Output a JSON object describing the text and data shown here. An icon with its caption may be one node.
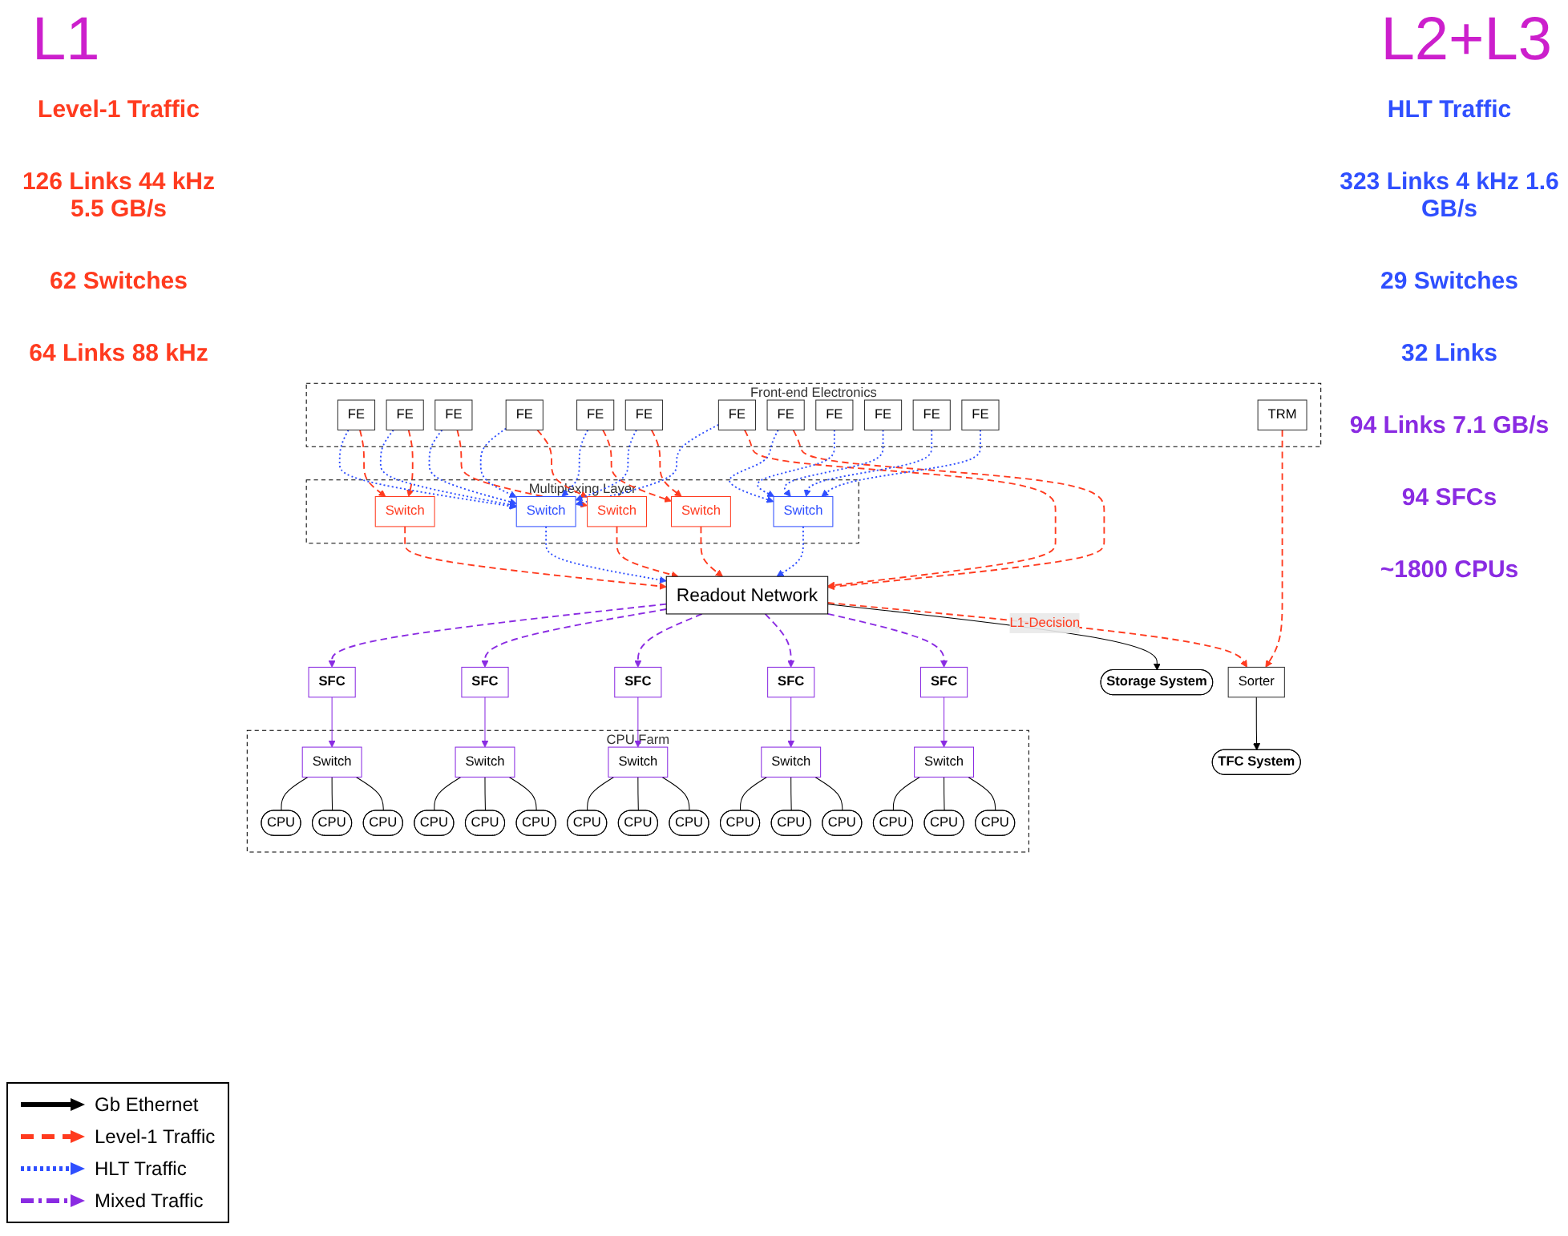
{
  "diagram": {
    "nodes": [
      {
        "text": [
          "Front-end Electronics"
        ]
      },
      {
        "text": [
          "FE"
        ],
        "in": 0
      },
      {
        "text": [
          "FE"
        ],
        "in": 0
      },
      {
        "text": [
          "FE"
        ],
        "in": 0
      },
      {
        "text": [
          "FE"
        ],
        "in": 0
      },
      {
        "text": [
          "FE"
        ],
        "in": 0
      },
      {
        "text": [
          "FE"
        ],
        "in": 0
      },
      {
        "text": [
          "FE"
        ],
        "in": 0
      },
      {
        "text": [
          "FE"
        ],
        "in": 0
      },
      {
        "text": [
          "FE"
        ],
        "in": 0
      },
      {
        "text": [
          "FE"
        ],
        "in": 0
      },
      {
        "text": [
          "FE"
        ],
        "in": 0
      },
      {
        "text": [
          "FE"
        ],
        "in": 0
      },
      {
        "text": [
          "TRM"
        ],
        "in": 0
      },
      {
        "text": [
          "Multiplexing Layer"
        ]
      },
      {
        "text": [
          "Switch"
        ],
        "in": 14
      },
      {
        "text": [
          "Switch"
        ],
        "in": 14
      },
      {
        "text": [
          "Switch"
        ],
        "in": 14
      },
      {
        "text": [
          "Switch"
        ],
        "in": 14
      },
      {
        "text": [
          "Switch"
        ],
        "in": 14
      },
      {
        "text": [
          "Readout Network"
        ]
      },
      {
        "text": [
          "Storage System"
        ]
      },
      {
        "text": [
          "Sorter"
        ]
      },
      {
        "text": [
          "TFC System"
        ]
      },
      {
        "text": [
          "SFC"
        ]
      },
      {
        "text": [
          "SFC"
        ]
      },
      {
        "text": [
          "SFC"
        ]
      },
      {
        "text": [
          "SFC"
        ]
      },
      {
        "text": [
          "SFC"
        ]
      },
      {
        "text": [
          "CPU Farm"
        ]
      },
      {
        "text": [
          "Switch"
        ],
        "in": 29
      },
      {
        "text": [
          "CPU"
        ],
        "in": 29
      },
      {
        "text": [
          "CPU"
        ],
        "in": 29
      },
      {
        "text": [
          "CPU"
        ],
        "in": 29
      },
      {
        "text": [
          "Switch"
        ],
        "in": 29
      },
      {
        "text": [
          "CPU"
        ],
        "in": 29
      },
      {
        "text": [
          "CPU"
        ],
        "in": 29
      },
      {
        "text": [
          "CPU"
        ],
        "in": 29
      },
      {
        "text": [
          "Switch"
        ],
        "in": 29
      },
      {
        "text": [
          "CPU"
        ],
        "in": 29
      },
      {
        "text": [
          "CPU"
        ],
        "in": 29
      },
      {
        "text": [
          "CPU"
        ],
        "in": 29
      },
      {
        "text": [
          "Switch"
        ],
        "in": 29
      },
      {
        "text": [
          "CPU"
        ],
        "in": 29
      },
      {
        "text": [
          "CPU"
        ],
        "in": 29
      },
      {
        "text": [
          "CPU"
        ],
        "in": 29
      },
      {
        "text": [
          "Switch"
        ],
        "in": 29
      },
      {
        "text": [
          "CPU"
        ],
        "in": 29
      },
      {
        "text": [
          "CPU"
        ],
        "in": 29
      },
      {
        "text": [
          "CPU"
        ],
        "in": 29
      }
    ],
    "edges": [
      {
        "from": 1,
        "to": 15,
        "arrow": "to",
        "style": "dashed",
        "color": "#ff3b1f"
      },
      {
        "from": 2,
        "to": 15,
        "arrow": "to",
        "style": "dashed",
        "color": "#ff3b1f"
      },
      {
        "from": 3,
        "to": 16,
        "arrow": "to",
        "style": "dashed",
        "color": "#ff3b1f"
      },
      {
        "from": 4,
        "to": 16,
        "arrow": "to",
        "style": "dashed",
        "color": "#ff3b1f"
      },
      {
        "from": 5,
        "to": 17,
        "arrow": "to",
        "style": "dashed",
        "color": "#ff3b1f"
      },
      {
        "from": 6,
        "to": 17,
        "arrow": "to",
        "style": "dashed",
        "color": "#ff3b1f"
      },
      {
        "from": 7,
        "to": 20,
        "arrow": "to",
        "style": "dashed",
        "color": "#ff3b1f"
      },
      {
        "from": 8,
        "to": 20,
        "arrow": "to",
        "style": "dashed",
        "color": "#ff3b1f"
      },
      {
        "from": 1,
        "to": 18,
        "arrow": "to",
        "style": "dashed",
        "color": "#2f4fff"
      },
      {
        "from": 2,
        "to": 18,
        "arrow": "to",
        "style": "dashed",
        "color": "#2f4fff"
      },
      {
        "from": 3,
        "to": 18,
        "arrow": "to",
        "style": "dashed",
        "color": "#2f4fff"
      },
      {
        "from": 4,
        "to": 18,
        "arrow": "to",
        "style": "dashed",
        "color": "#2f4fff"
      },
      {
        "from": 5,
        "to": 18,
        "arrow": "to",
        "style": "dashed",
        "color": "#2f4fff"
      },
      {
        "from": 6,
        "to": 18,
        "arrow": "to",
        "style": "dashed",
        "color": "#2f4fff"
      },
      {
        "from": 7,
        "to": 18,
        "arrow": "to",
        "style": "dashed",
        "color": "#2f4fff"
      },
      {
        "from": 8,
        "to": 19,
        "arrow": "to",
        "style": "dashed",
        "color": "#2f4fff"
      },
      {
        "from": 9,
        "to": 19,
        "arrow": "to",
        "style": "dashed",
        "color": "#2f4fff"
      },
      {
        "from": 10,
        "to": 19,
        "arrow": "to",
        "style": "dashed",
        "color": "#2f4fff"
      },
      {
        "from": 11,
        "to": 19,
        "arrow": "to",
        "style": "dashed",
        "color": "#2f4fff"
      },
      {
        "from": 12,
        "to": 19,
        "arrow": "to",
        "style": "dashed",
        "color": "#2f4fff"
      },
      {
        "from": 15,
        "to": 20,
        "arrow": "to",
        "style": "dashed",
        "color": "#ff3b1f"
      },
      {
        "from": 16,
        "to": 20,
        "arrow": "to",
        "style": "dashed",
        "color": "#ff3b1f"
      },
      {
        "from": 17,
        "to": 20,
        "arrow": "to",
        "style": "dashed",
        "color": "#ff3b1f"
      },
      {
        "from": 18,
        "to": 20,
        "arrow": "to",
        "style": "dashed",
        "color": "#2f4fff"
      },
      {
        "from": 19,
        "to": 20,
        "arrow": "to",
        "style": "dashed",
        "color": "#2f4fff"
      },
      {
        "from": 13,
        "to": 22,
        "arrow": "to",
        "style": "dashed",
        "color": "#ff3b1f"
      },
      {
        "from": 20,
        "to": 22,
        "arrow": "to",
        "label": "L1-Decision",
        "style": "dashed",
        "color": "#ff3b1f"
      },
      {
        "from": 20,
        "to": 21,
        "arrow": "to"
      },
      {
        "from": 22,
        "to": 23,
        "arrow": "to"
      },
      {
        "from": 20,
        "to": 24,
        "arrow": "to",
        "style": "dashed",
        "color": "#8a2be2"
      },
      {
        "from": 20,
        "to": 25,
        "arrow": "to",
        "style": "dashed",
        "color": "#8a2be2"
      },
      {
        "from": 20,
        "to": 26,
        "arrow": "to",
        "style": "dashed",
        "color": "#8a2be2"
      },
      {
        "from": 20,
        "to": 27,
        "arrow": "to",
        "style": "dashed",
        "color": "#8a2be2"
      },
      {
        "from": 20,
        "to": 28,
        "arrow": "to",
        "style": "dashed",
        "color": "#8a2be2"
      },
      {
        "from": 24,
        "to": 30,
        "arrow": "to",
        "color": "#8a2be2"
      },
      {
        "from": 25,
        "to": 34,
        "arrow": "to",
        "color": "#8a2be2"
      },
      {
        "from": 26,
        "to": 38,
        "arrow": "to",
        "color": "#8a2be2"
      },
      {
        "from": 27,
        "to": 42,
        "arrow": "to",
        "color": "#8a2be2"
      },
      {
        "from": 28,
        "to": 46,
        "arrow": "to",
        "color": "#8a2be2"
      },
      {
        "from": 30,
        "to": 31,
        "arrow": "none"
      },
      {
        "from": 30,
        "to": 32,
        "arrow": "none"
      },
      {
        "from": 30,
        "to": 33,
        "arrow": "none"
      },
      {
        "from": 34,
        "to": 35,
        "arrow": "none"
      },
      {
        "from": 34,
        "to": 36,
        "arrow": "none"
      },
      {
        "from": 34,
        "to": 37,
        "arrow": "none"
      },
      {
        "from": 38,
        "to": 39,
        "arrow": "none"
      },
      {
        "from": 38,
        "to": 40,
        "arrow": "none"
      },
      {
        "from": 38,
        "to": 41,
        "arrow": "none"
      },
      {
        "from": 42,
        "to": 43,
        "arrow": "none"
      },
      {
        "from": 42,
        "to": 44,
        "arrow": "none"
      },
      {
        "from": 42,
        "to": 45,
        "arrow": "none"
      },
      {
        "from": 46,
        "to": 47,
        "arrow": "none"
      },
      {
        "from": 46,
        "to": 48,
        "arrow": "none"
      },
      {
        "from": 46,
        "to": 49,
        "arrow": "none"
      }
    ],
    "labels": [
      "L1",
      "L2+L3",
      "Level-1 Traffic",
      "HLT Traffic",
      "126 Links 44 kHz 5.5 GB/s",
      "323 Links 4 kHz 1.6 GB/s",
      "62 Switches",
      "29 Switches",
      "64 Links 88 kHz",
      "32 Links",
      "94 Links 7.1 GB/s",
      "94 SFCs",
      "~1800 CPUs"
    ],
    "legend": [
      {
        "text": "Gb Ethernet"
      },
      {
        "text": "Level-1 Traffic"
      },
      {
        "text": "HLT Traffic"
      },
      {
        "text": "Mixed Traffic"
      }
    ]
  }
}
